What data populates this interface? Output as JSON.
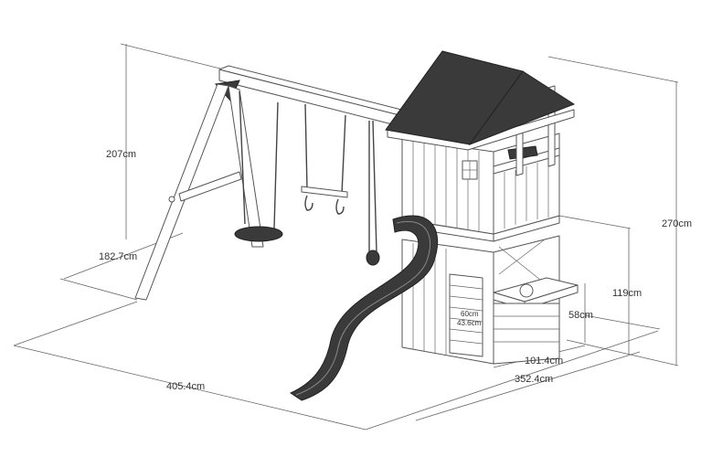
{
  "dimensions": {
    "swing_height": "207cm",
    "swing_depth": "182.7cm",
    "total_length": "405.4cm",
    "total_height": "270cm",
    "deck_height": "119cm",
    "table_height": "58cm",
    "tower_width": "101.4cm",
    "tower_depth": "352.4cm",
    "door_height": "60cm",
    "door_width": "43.6cm"
  },
  "colors": {
    "outline": "#555555",
    "dark_parts": "#3a3a3a",
    "background": "#ffffff"
  }
}
